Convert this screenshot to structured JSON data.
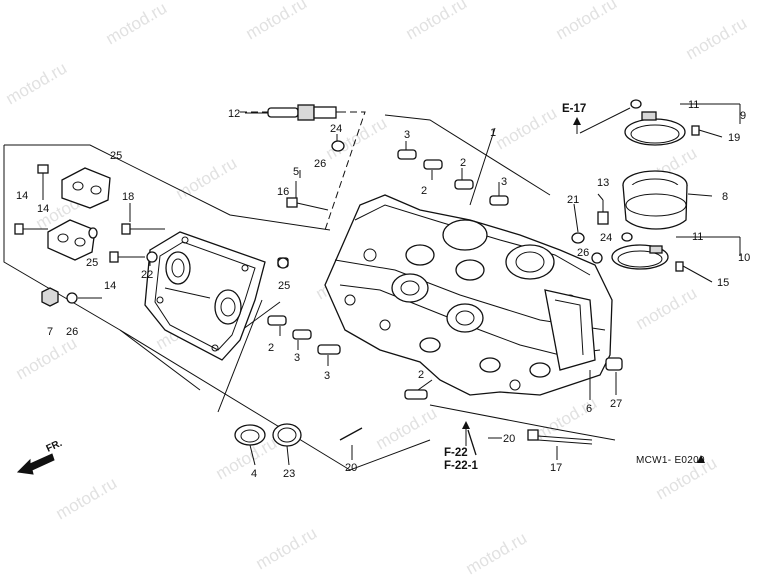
{
  "watermark": "motod.ru",
  "diagram_code": "MCW1- E0200",
  "front_label": "FR.",
  "refs": {
    "e17": "E-17",
    "f22": "F-22",
    "f221": "F-22-1"
  },
  "callouts": {
    "n1": "1",
    "n2a": "2",
    "n2b": "2",
    "n2c": "2",
    "n2d": "2",
    "n3a": "3",
    "n3b": "3",
    "n3c": "3",
    "n3d": "3",
    "n4": "4",
    "n5": "5",
    "n6": "6",
    "n7": "7",
    "n8": "8",
    "n9": "9",
    "n10": "10",
    "n11a": "11",
    "n11b": "11",
    "n12": "12",
    "n13": "13",
    "n14a": "14",
    "n14b": "14",
    "n14c": "14",
    "n15": "15",
    "n16": "16",
    "n17": "17",
    "n18": "18",
    "n19": "19",
    "n20a": "20",
    "n20b": "20",
    "n21": "21",
    "n22": "22",
    "n23": "23",
    "n24a": "24",
    "n24b": "24",
    "n25a": "25",
    "n25b": "25",
    "n25c": "25",
    "n26a": "26",
    "n26b": "26",
    "n26c": "26",
    "n27": "27"
  },
  "colors": {
    "ink": "#111111",
    "watermark": "#c9c9c9",
    "background": "#ffffff"
  }
}
